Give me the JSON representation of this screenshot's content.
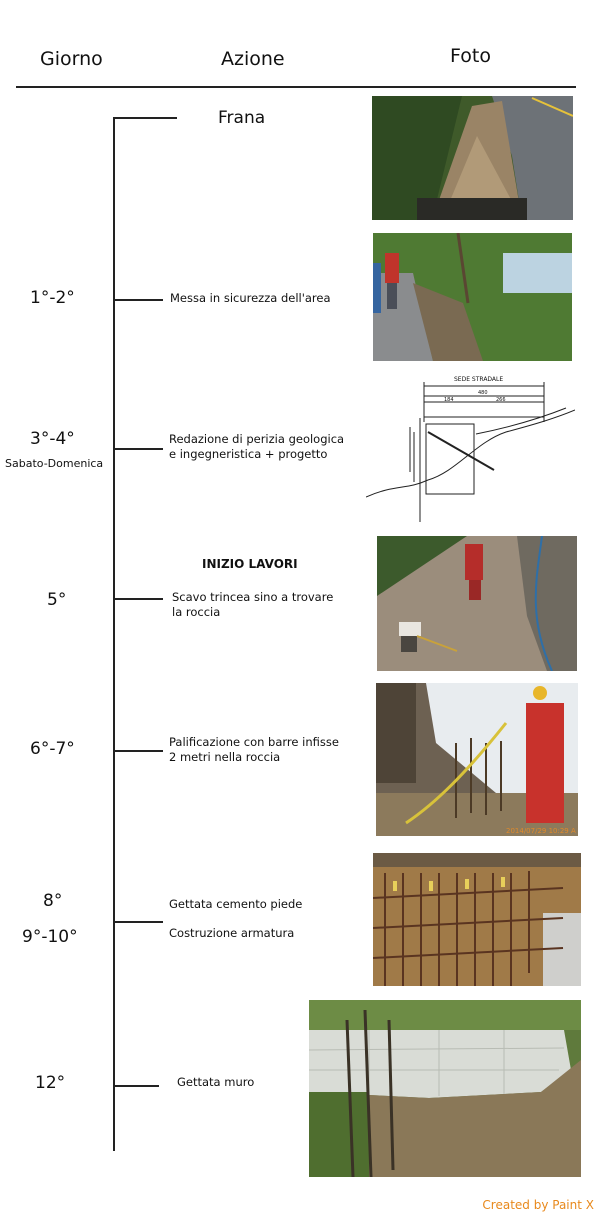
{
  "headers": {
    "day": "Giorno",
    "action": "Azione",
    "photo": "Foto"
  },
  "events": [
    {
      "action": "Frana"
    },
    {
      "day": "1°-2°",
      "action": "Messa in sicurezza dell'area"
    },
    {
      "day": "3°-4°",
      "sub": "Sabato-Domenica",
      "action": "Redazione di perizia geologica\ne ingegneristica + progetto"
    },
    {
      "day": "5°",
      "note": "INIZIO LAVORI",
      "action": "Scavo trincea sino a trovare\nla roccia"
    },
    {
      "day": "6°-7°",
      "action": "Palificazione con barre infisse\n2 metri nella roccia"
    },
    {
      "day": "8°",
      "action": "Gettata cemento piede"
    },
    {
      "day": "9°-10°",
      "action": "Costruzione armatura"
    },
    {
      "day": "12°",
      "action": "Gettata muro"
    }
  ],
  "drawing_labels": {
    "road": "SEDE STRADALE",
    "dim_total": "480",
    "dim_a": "184",
    "dim_b": "266"
  },
  "photo_timestamp": "2014/07/29 10:29 A",
  "credit": "Created by Paint X"
}
